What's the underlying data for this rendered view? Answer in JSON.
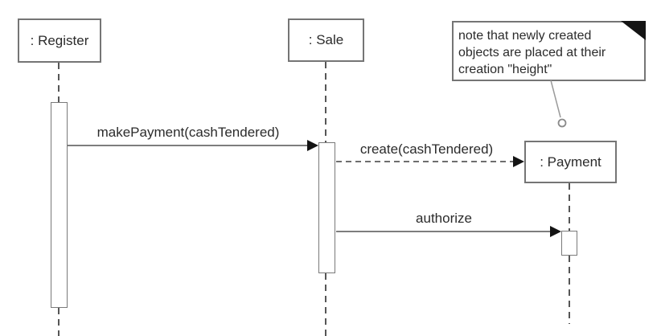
{
  "diagram": {
    "kind": "uml-sequence-diagram",
    "colors": {
      "background": "#ffffff",
      "box_border": "#757575",
      "message_line": "#7d7d7d",
      "text": "#2b2b2b",
      "arrowhead": "#141414",
      "note_fold": "#141414"
    },
    "objects": [
      {
        "label": ": Register"
      },
      {
        "label": ": Sale"
      },
      {
        "label": ": Payment"
      }
    ],
    "messages": [
      {
        "label": "makePayment(cashTendered)",
        "from": ": Register",
        "to": ": Sale",
        "line": "solid"
      },
      {
        "label": "create(cashTendered)",
        "from": ": Sale",
        "to": ": Payment",
        "line": "dashed"
      },
      {
        "label": "authorize",
        "from": ": Sale",
        "to": ": Payment",
        "line": "solid"
      }
    ],
    "note": {
      "lines": [
        "note that newly created",
        "objects are placed at their",
        "creation \"height\""
      ]
    }
  }
}
